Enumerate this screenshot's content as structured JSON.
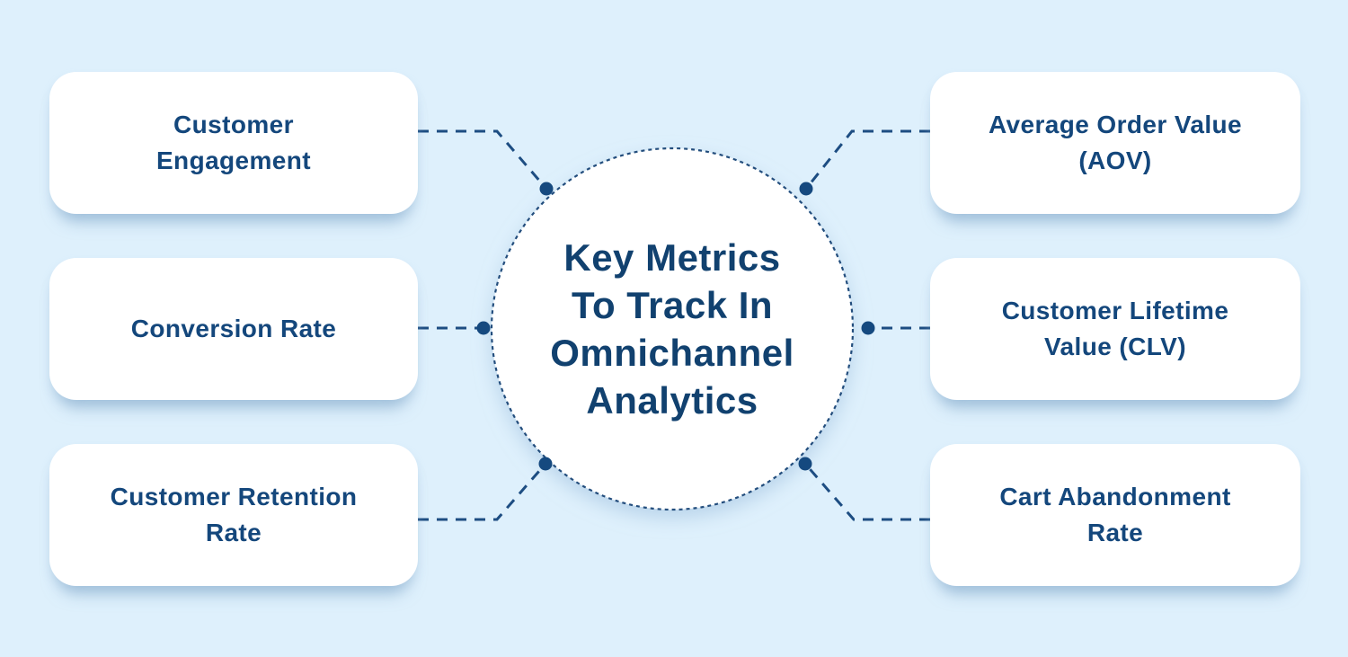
{
  "diagram": {
    "center": {
      "lines": [
        "Key Metrics",
        "To Track In",
        "Omnichannel",
        "Analytics"
      ]
    },
    "left_items": [
      {
        "lines": [
          "Customer",
          "Engagement"
        ]
      },
      {
        "lines": [
          "Conversion Rate"
        ]
      },
      {
        "lines": [
          "Customer Retention",
          "Rate"
        ]
      }
    ],
    "right_items": [
      {
        "lines": [
          "Average Order Value",
          "(AOV)"
        ]
      },
      {
        "lines": [
          "Customer Lifetime",
          "Value (CLV)"
        ]
      },
      {
        "lines": [
          "Cart Abandonment",
          "Rate"
        ]
      }
    ],
    "colors": {
      "background": "#def0fc",
      "card_fill": "#ffffff",
      "text_navy": "#14477c",
      "title_navy": "#11416f",
      "connector_navy": "#1d4d82"
    }
  }
}
